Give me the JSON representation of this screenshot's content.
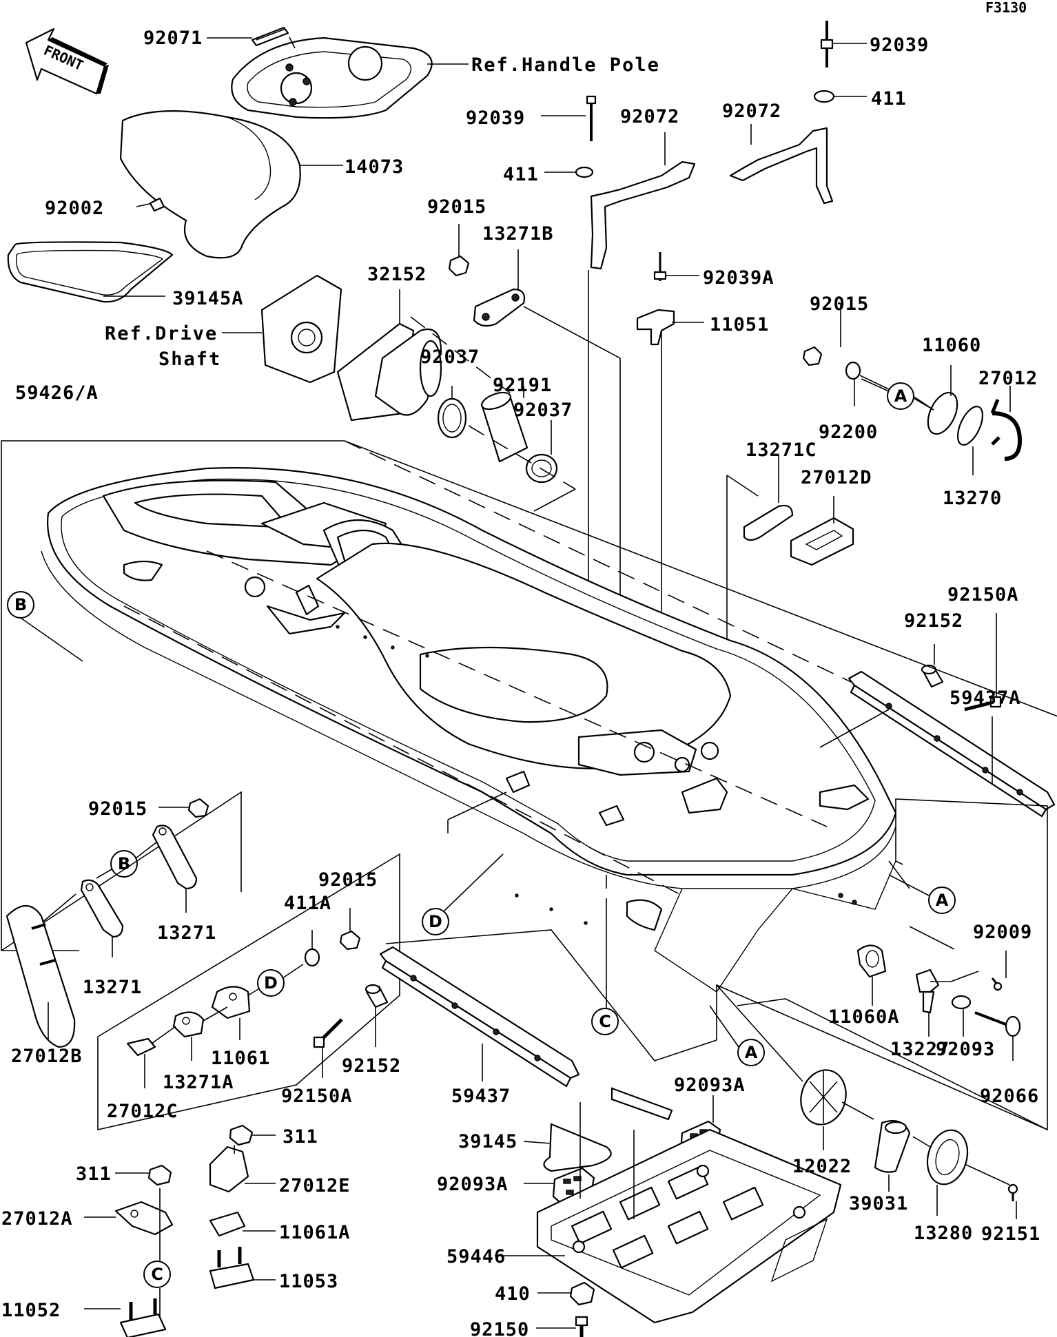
{
  "figure_code": "F3130",
  "front_arrow": "FRONT",
  "refs": {
    "handle_pole": "Ref.Handle Pole",
    "drive_shaft_1": "Ref.Drive",
    "drive_shaft_2": "Shaft"
  },
  "callouts": {
    "a": "A",
    "b": "B",
    "c": "C",
    "d": "D"
  },
  "labels": {
    "p92071": "92071",
    "p92039_top": "92039",
    "p411_top": "411",
    "p92072_right": "92072",
    "p92039_mid": "92039",
    "p92072_mid": "92072",
    "p411_mid": "411",
    "p14073": "14073",
    "p92002": "92002",
    "p92015_top": "92015",
    "p13271B": "13271B",
    "p39145A": "39145A",
    "p32152": "32152",
    "p92039A": "92039A",
    "p11051": "11051",
    "p92015_right": "92015",
    "p11060": "11060",
    "p27012": "27012",
    "p92037_a": "92037",
    "p92191": "92191",
    "p92037_b": "92037",
    "p59426A": "59426/A",
    "p92200": "92200",
    "p13271C": "13271C",
    "p27012D": "27012D",
    "p13270": "13270",
    "p92150A_right": "92150A",
    "p92152_right": "92152",
    "p59437A": "59437A",
    "p92015_left": "92015",
    "p13271_a": "13271",
    "p13271_b": "13271",
    "p27012B": "27012B",
    "p411A": "411A",
    "p92015_mid": "92015",
    "p11061": "11061",
    "p13271A": "13271A",
    "p27012C": "27012C",
    "p92150A_mid": "92150A",
    "p92152_mid": "92152",
    "p59437": "59437",
    "p92009": "92009",
    "p11060A": "11060A",
    "p13227": "13227",
    "p92093": "92093",
    "p92066": "92066",
    "p92093A_top": "92093A",
    "p39145": "39145",
    "p92093A_left": "92093A",
    "p12022": "12022",
    "p39031": "39031",
    "p13280": "13280",
    "p92151": "92151",
    "p59446": "59446",
    "p410": "410",
    "p92150": "92150",
    "p311_a": "311",
    "p311_b": "311",
    "p27012E": "27012E",
    "p27012A": "27012A",
    "p11061A": "11061A",
    "p11053": "11053",
    "p11052": "11052"
  }
}
